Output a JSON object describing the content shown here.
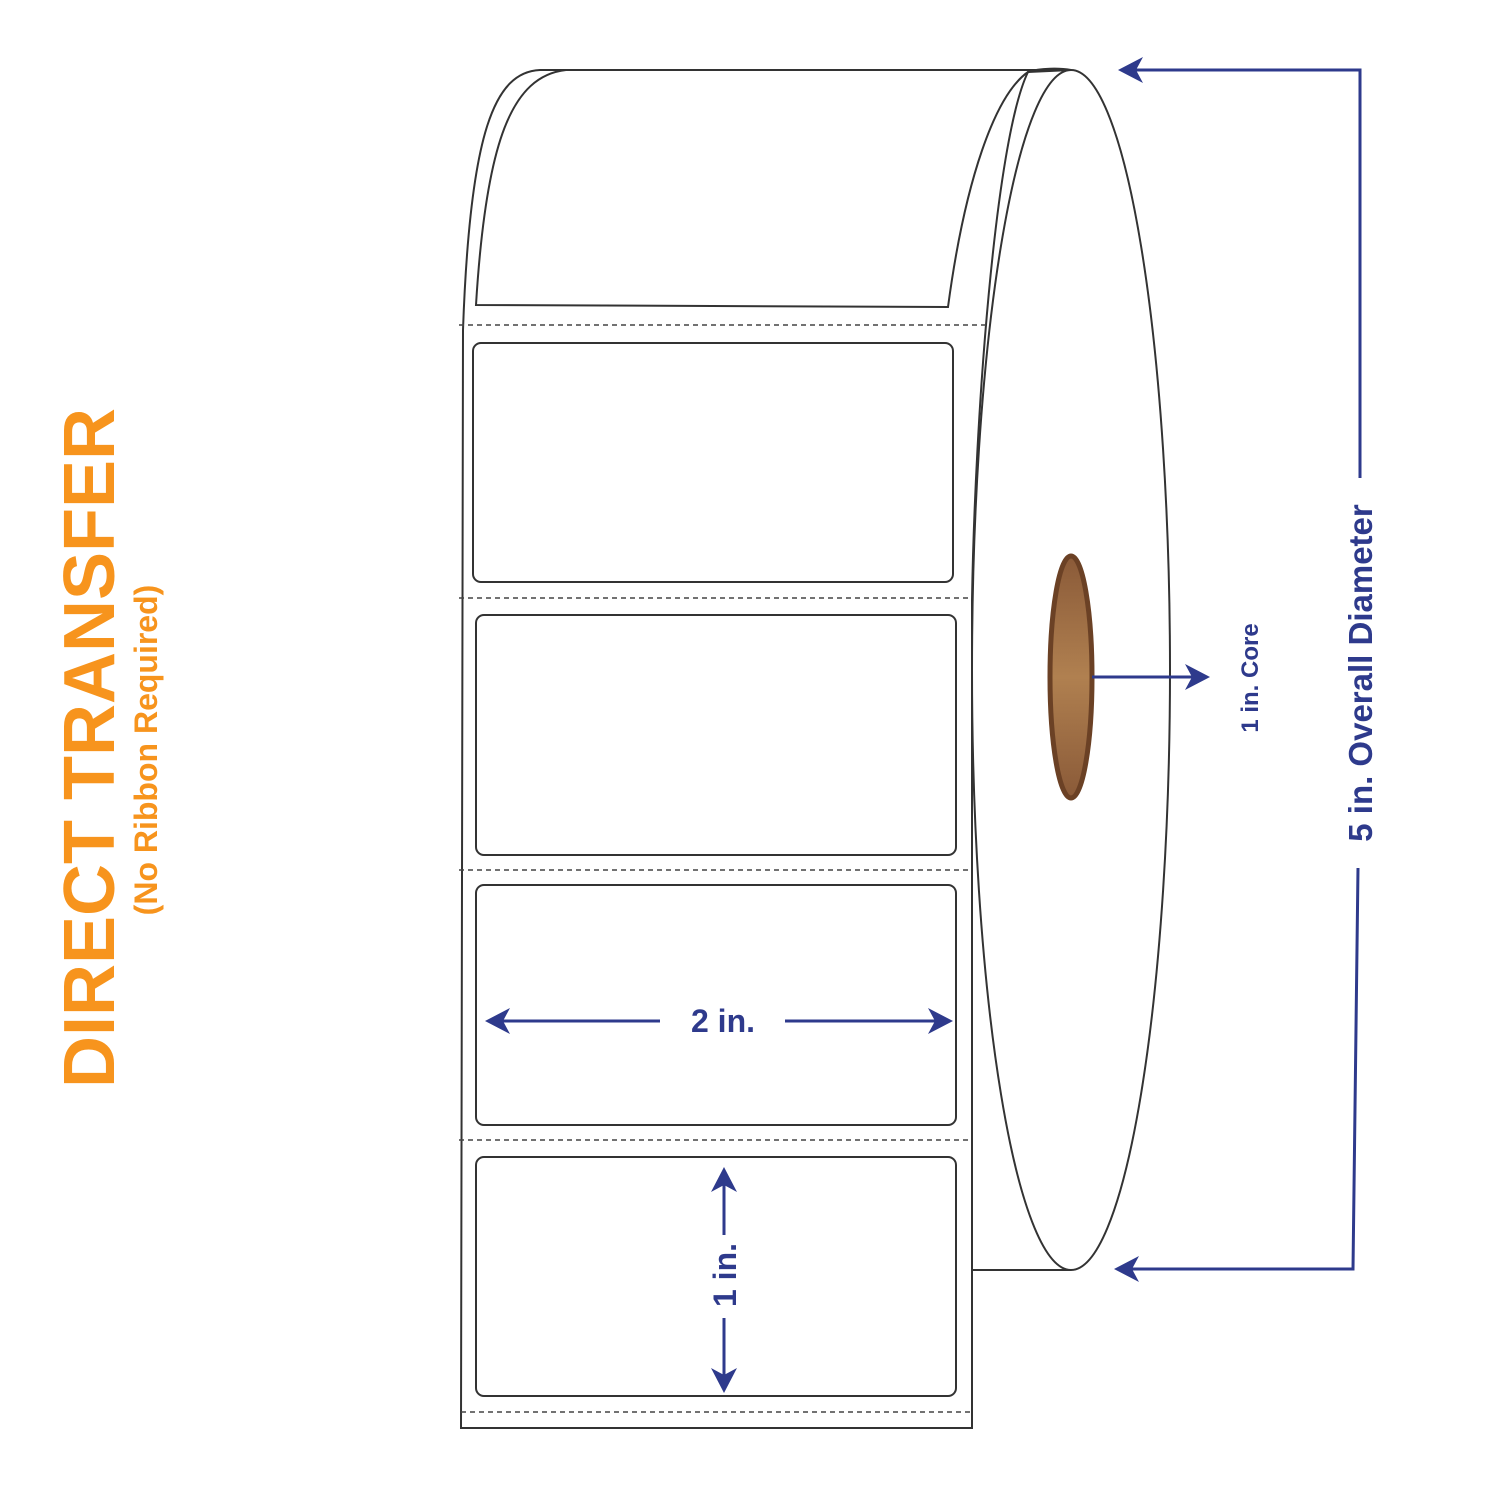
{
  "title": "DIRECT TRANSFER",
  "subtitle": "(No Ribbon Required)",
  "dimensions": {
    "label_width": "2 in.",
    "label_height": "1 in.",
    "core": "1 in. Core",
    "overall_diameter": "5 in. Overall Diameter"
  },
  "colors": {
    "title": "#f7941d",
    "dimension": "#2e3a8c",
    "core": "#a8784a"
  }
}
